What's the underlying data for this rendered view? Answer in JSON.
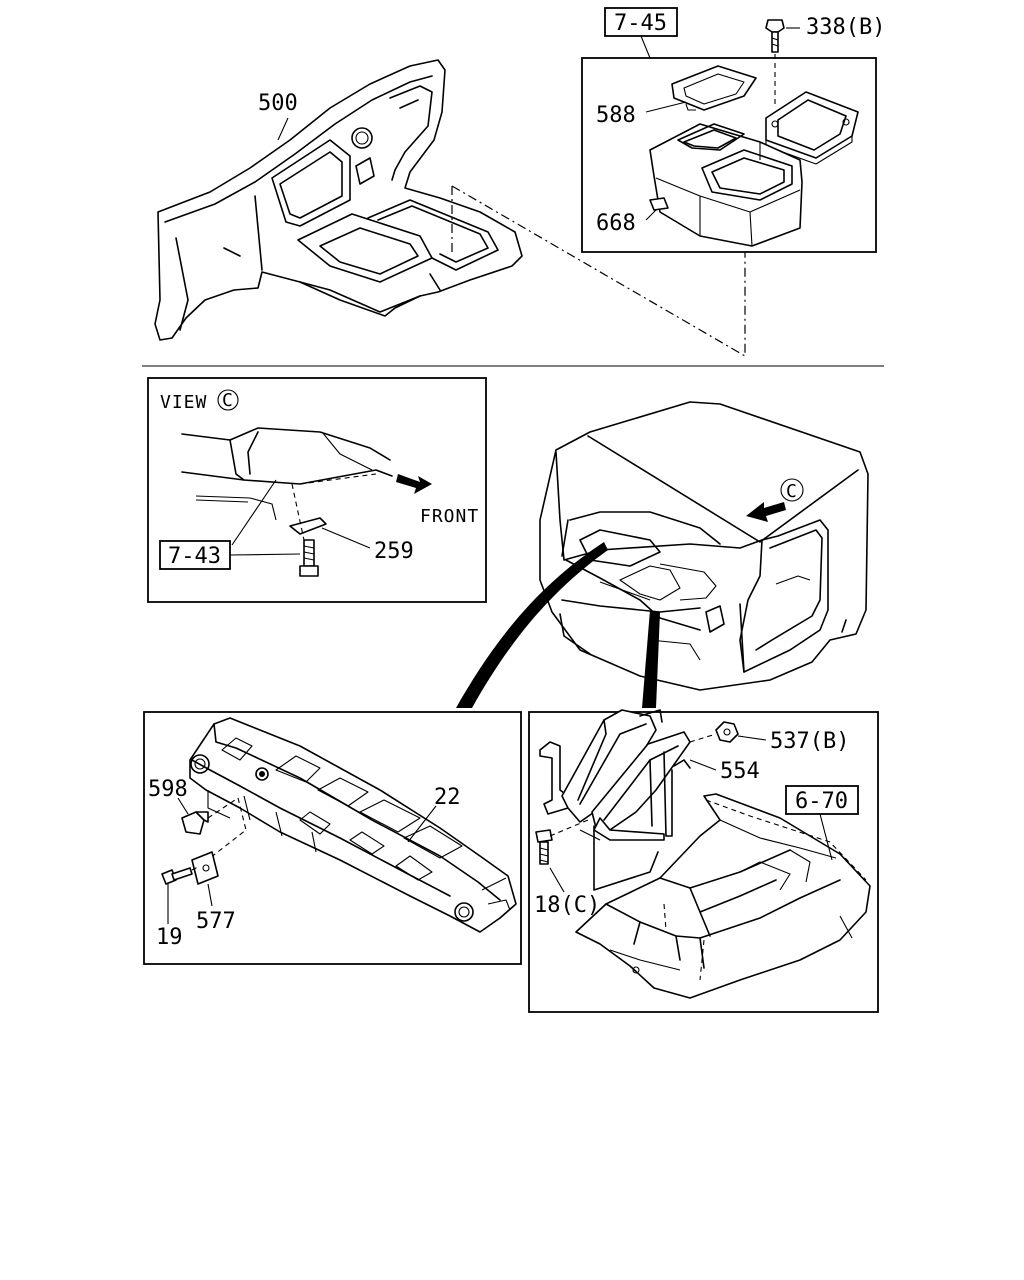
{
  "labels": {
    "part_500": "500",
    "ref_7_45": "7-45",
    "part_338b": "338(B)",
    "part_588": "588",
    "part_668": "668",
    "view_c_text": "VIEW",
    "view_c_circle": "C",
    "front_text": "FRONT",
    "ref_7_43": "7-43",
    "part_259": "259",
    "cab_c_circle": "C",
    "part_598": "598",
    "part_22": "22",
    "part_19": "19",
    "part_577": "577",
    "part_537b": "537(B)",
    "part_554": "554",
    "ref_6_70": "6-70",
    "part_18c": "18(C)"
  },
  "colors": {
    "ink": "#000000",
    "paper": "#ffffff"
  }
}
